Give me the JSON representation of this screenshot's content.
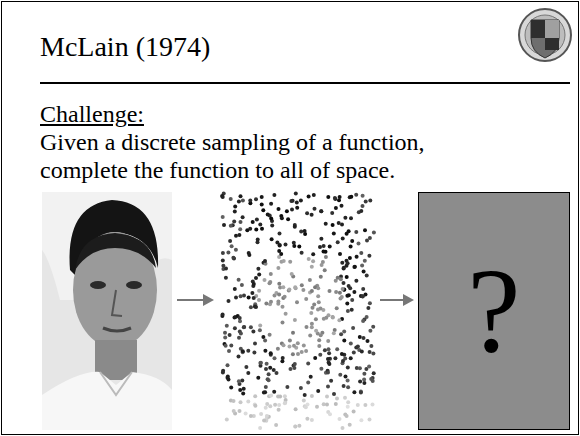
{
  "diagram": {
    "title": "McLain (1974)",
    "nodes": [
      {
        "text": [
          "?"
        ]
      }
    ],
    "labels": [
      "Challenge:",
      "Given a discrete sampling of a function, complete the function to all of space."
    ]
  }
}
